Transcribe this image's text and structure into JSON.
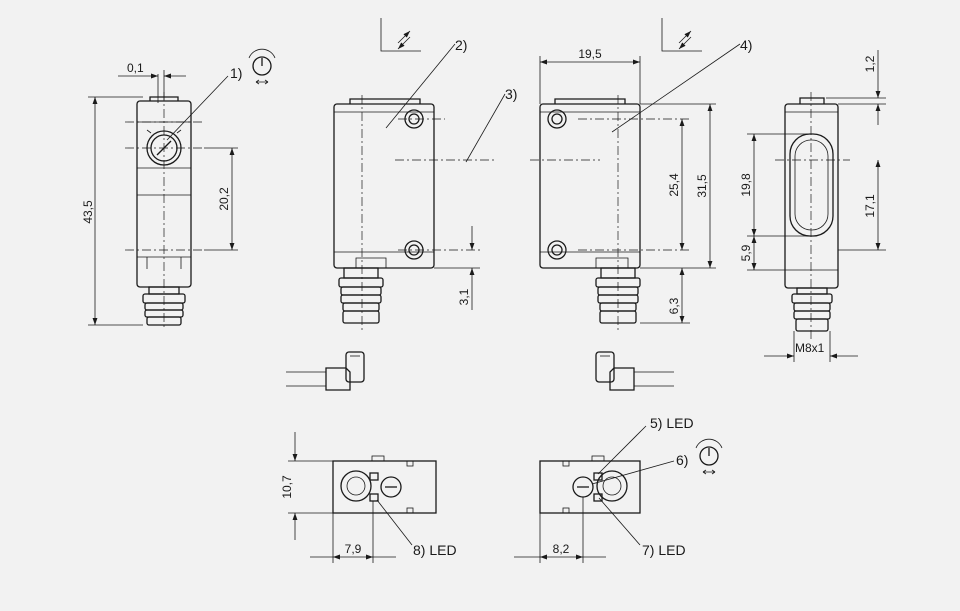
{
  "dimensions": {
    "d_0_1": "0,1",
    "d_43_5": "43,5",
    "d_20_2": "20,2",
    "d_3_1": "3,1",
    "d_19_5": "19,5",
    "d_25_4": "25,4",
    "d_31_5": "31,5",
    "d_6_3": "6,3",
    "d_1_2": "1,2",
    "d_19_8": "19,8",
    "d_17_1": "17,1",
    "d_5_9": "5,9",
    "d_m8x1": "M8x1",
    "d_10_7": "10,7",
    "d_7_9": "7,9",
    "d_8_2": "8,2"
  },
  "callouts": {
    "c1": "1)",
    "c2": "2)",
    "c3": "3)",
    "c4": "4)",
    "c5": "5) LED",
    "c6": "6)",
    "c7": "7) LED",
    "c8": "8) LED"
  }
}
